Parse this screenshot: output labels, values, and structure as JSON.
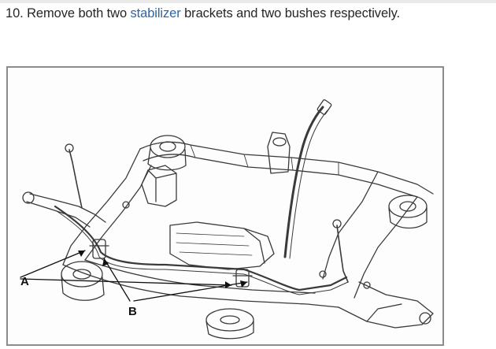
{
  "instruction": {
    "step_prefix": "10. Remove both two ",
    "link_text": "stabilizer",
    "step_suffix": " brackets and two bushes respectively."
  },
  "figure": {
    "callouts": {
      "a": "A",
      "b": "B"
    }
  }
}
